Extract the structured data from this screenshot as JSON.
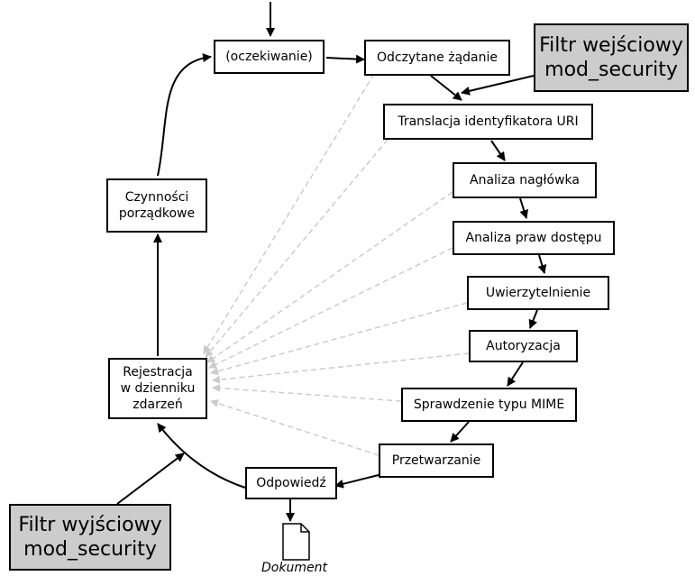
{
  "nodes": {
    "waiting": "(oczekiwanie)",
    "read_request": "Odczytane żądanie",
    "uri_translation": "Translacja identyfikatora URI",
    "header_analysis": "Analiza nagłówka",
    "access_analysis": "Analiza praw dostępu",
    "authentication": "Uwierzytelnienie",
    "authorization": "Autoryzacja",
    "mime_check": "Sprawdzenie typu MIME",
    "processing": "Przetwarzanie",
    "response": "Odpowiedź",
    "logging": "Rejestracja\nw dzienniku\nzdarzeń",
    "cleanup": "Czynności\nporządkowe"
  },
  "filters": {
    "input": "Filtr wejściowy\nmod_security",
    "output": "Filtr wyjściowy\nmod_security"
  },
  "document_label": "Dokument",
  "colors": {
    "box_border": "#000000",
    "filter_fill": "#cccccc",
    "dashed_arrow": "#cccccc"
  }
}
